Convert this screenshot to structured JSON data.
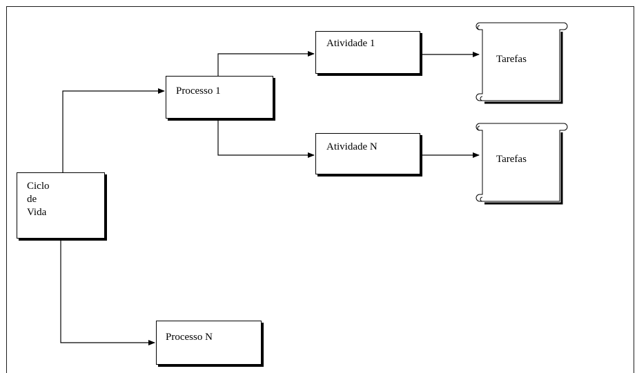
{
  "diagram": {
    "ciclo_de_vida": "Ciclo\nde\nVida",
    "processo_1": "Processo 1",
    "processo_n": "Processo N",
    "atividade_1": "Atividade 1",
    "atividade_n": "Atividade N",
    "tarefas_1": "Tarefas",
    "tarefas_n": "Tarefas"
  },
  "colors": {
    "stroke": "#000000",
    "background": "#ffffff"
  }
}
